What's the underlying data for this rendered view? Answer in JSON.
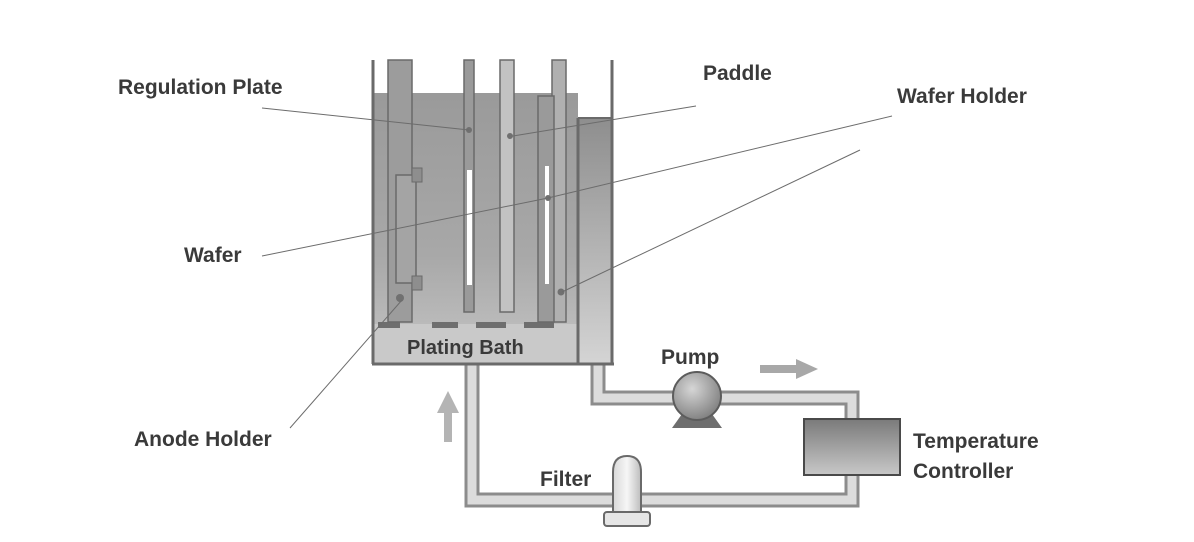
{
  "labels": {
    "regulation_plate": "Regulation Plate",
    "paddle": "Paddle",
    "wafer_holder": "Wafer Holder",
    "wafer": "Wafer",
    "anode_holder": "Anode Holder",
    "plating_bath": "Plating Bath",
    "pump": "Pump",
    "temperature_controller_line1": "Temperature",
    "temperature_controller_line2": "Controller",
    "filter": "Filter"
  },
  "colors": {
    "tank_fill": "#a6a6a6",
    "tank_edge": "#7a7a7a",
    "pipe": "#b9b9b9",
    "label_text": "#3a3a3a",
    "arrow": "#a8a8a8"
  }
}
